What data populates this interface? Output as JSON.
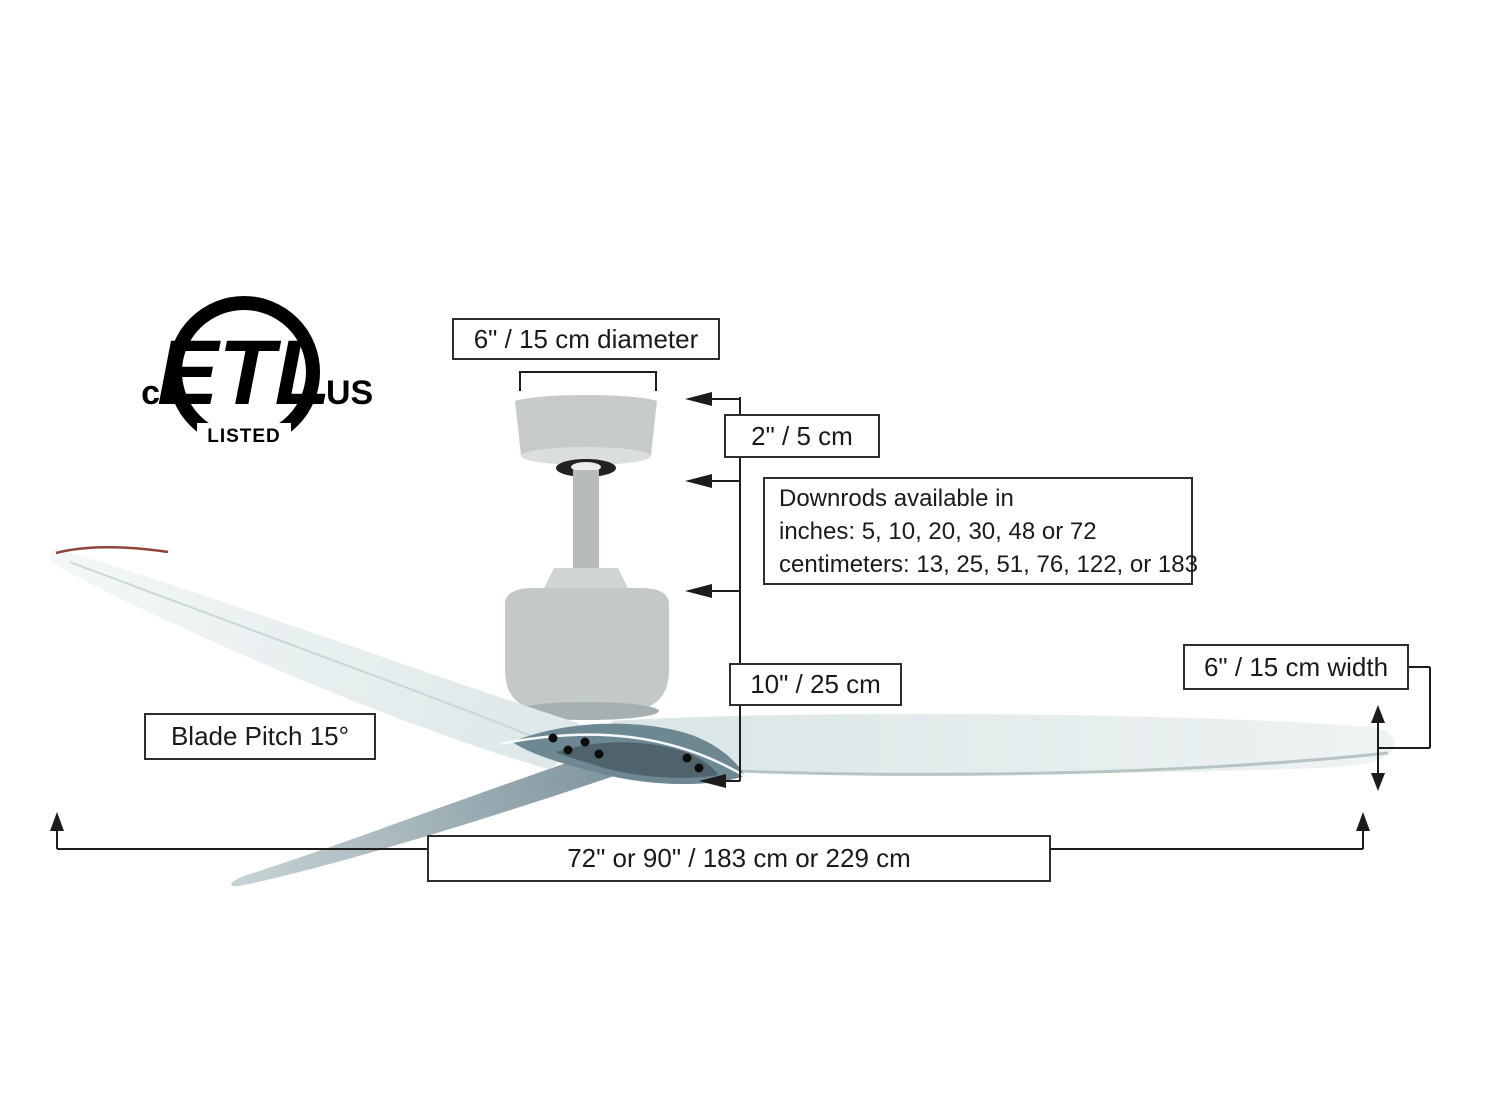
{
  "etl": {
    "c": "c",
    "letters": "ETL",
    "listed": "LISTED",
    "us": "US"
  },
  "labels": {
    "canopy_diameter": "6\" / 15 cm diameter",
    "canopy_height": "2\" / 5 cm",
    "downrod_line1": "Downrods available in",
    "downrod_line2": "inches: 5, 10, 20, 30, 48 or 72",
    "downrod_line3": "centimeters: 13, 25, 51, 76, 122, or 183",
    "motor_height": "10\" / 25 cm",
    "blade_width": "6\" / 15 cm width",
    "blade_pitch": "Blade Pitch 15°",
    "blade_span": "72\" or 90\" / 183 cm or 229 cm"
  },
  "colors": {
    "line": "#1c1c1c",
    "box_border": "#2e2e2e",
    "canopy_gray": "#c6cbca",
    "motor_gray": "#c3c9c8",
    "blade_light": "#eef3f3",
    "hub_dark": "#6e8893",
    "hub_darker": "#4f636c",
    "blade_tip_accent": "#8e4438",
    "background": "#ffffff"
  }
}
